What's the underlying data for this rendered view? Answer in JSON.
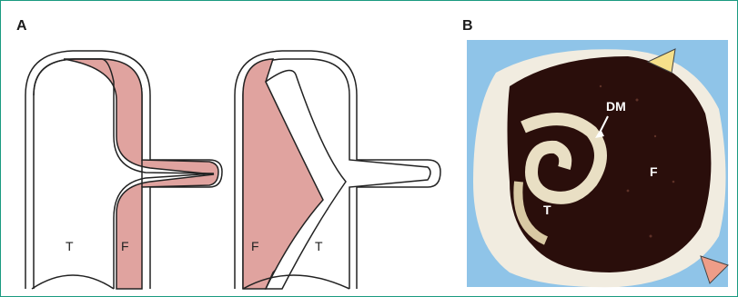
{
  "figure": {
    "accent_color": "#1a9a80",
    "panel_a": {
      "label": "A",
      "left_diagram": {
        "label_T": "T",
        "label_F": "F"
      },
      "right_diagram": {
        "label_F": "F",
        "label_T": "T"
      }
    },
    "panel_b": {
      "label": "B",
      "annotations": {
        "dm": "DM",
        "f": "F",
        "t": "T"
      },
      "arrowheads": [
        {
          "name": "yellow-arrowhead",
          "color": "#f6e08a"
        },
        {
          "name": "pink-arrowhead",
          "color": "#ee9d88"
        }
      ]
    },
    "colors": {
      "false_lumen_fill": "#e0a39f",
      "outline": "#222222",
      "background_blue": "#8fc4e8",
      "specimen_dark": "#2a0e0b",
      "specimen_pale": "#f1ece0"
    }
  }
}
